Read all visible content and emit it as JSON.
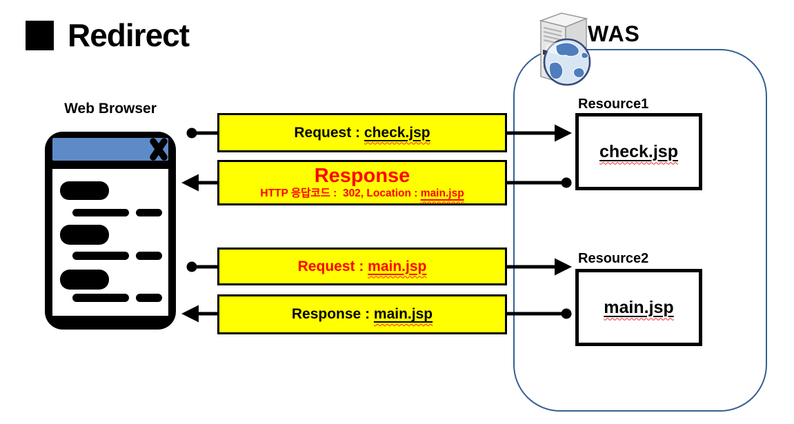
{
  "title": {
    "label": "Redirect"
  },
  "browser": {
    "label": "Web Browser"
  },
  "was": {
    "label": "WAS",
    "resources": [
      {
        "label": "Resource1",
        "file": "check.jsp"
      },
      {
        "label": "Resource2",
        "file": "main.jsp"
      }
    ]
  },
  "messages": [
    {
      "id": "request-check",
      "prefix": "Request : ",
      "file": "check.jsp"
    },
    {
      "id": "response-redirect",
      "title": "Response",
      "detail_prefix": "HTTP 응답코드 :  302, Location : ",
      "detail_file": "main.jsp"
    },
    {
      "id": "request-main",
      "prefix": "Request : ",
      "file": "main.jsp"
    },
    {
      "id": "response-main",
      "prefix": "Response : ",
      "file": "main.jsp"
    }
  ],
  "colors": {
    "message_box_fill": "#FFFF00",
    "message_box_border": "#000000",
    "emphasis_text": "#FF0000",
    "default_text": "#000000",
    "was_zone_border": "#33608F",
    "browser_titlebar": "#5E8BC8",
    "spellcheck_underline": "#FF2222"
  }
}
